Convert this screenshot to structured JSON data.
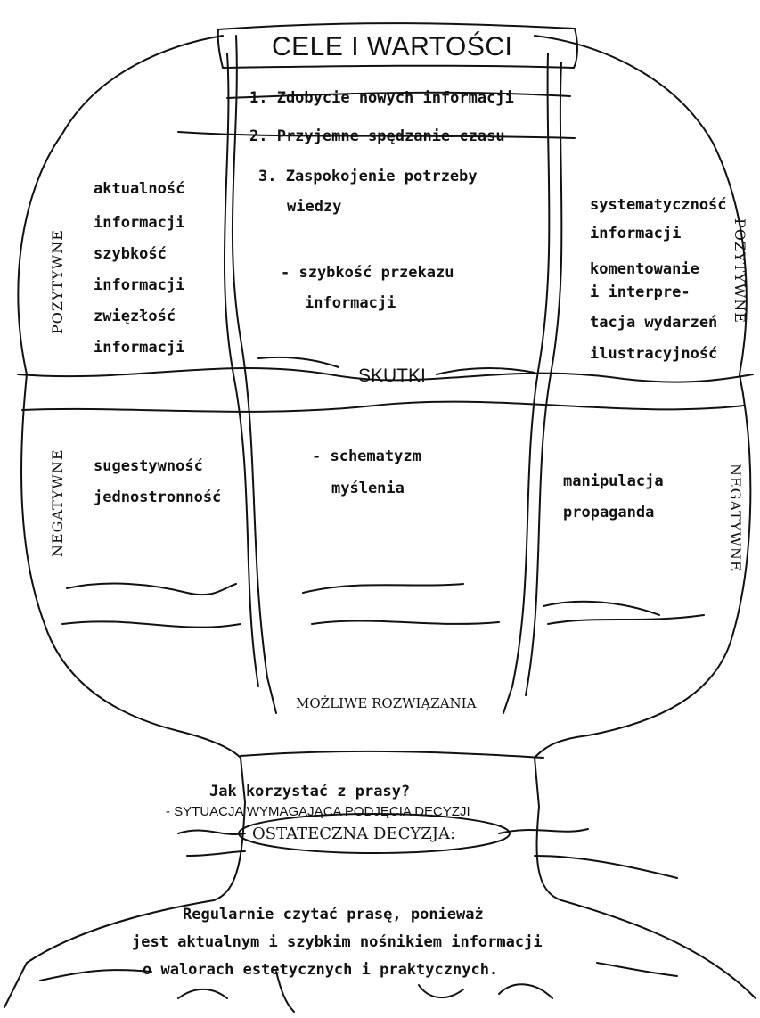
{
  "title": "CELE I WARTOŚCI",
  "goals": [
    "1. Zdobycie nowych informacji",
    "2. Przyjemne spędzanie czasu",
    "3. Zaspokojenie potrzeby",
    "wiedzy"
  ],
  "positive": {
    "left_label": "POZYTYWNE",
    "right_label": "POZYTYWNE",
    "left_items": [
      "aktualność",
      "informacji",
      "szybkość",
      "informacji",
      "zwięzłość",
      "informacji"
    ],
    "center_items": [
      "- szybkość przekazu",
      "informacji"
    ],
    "right_items": [
      "systematyczność",
      "informacji",
      "komentowanie",
      "i interpre-",
      "tacja wydarzeń",
      "ilustracyjność"
    ]
  },
  "effects_label": "SKUTKI",
  "negative": {
    "left_label": "NEGATYWNE",
    "right_label": "NEGATYWNE",
    "left_items": [
      "sugestywność",
      "jednostronność"
    ],
    "center_items": [
      "- schematyzm",
      "myślenia"
    ],
    "right_items": [
      "manipulacja",
      "propaganda"
    ]
  },
  "solutions_label": "MOŻLIWE ROZWIĄZANIA",
  "question": "Jak korzystać z prasy?",
  "situation": "- SYTUACJA WYMAGAJĄCA PODJĘCIA DECYZJI",
  "final_label": "OSTATECZNA DECYZJA:",
  "decision": [
    "Regularnie czytać prasę, ponieważ",
    "jest aktualnym i szybkim nośnikiem informacji",
    "o walorach estetycznych i praktycznych."
  ],
  "colors": {
    "ink": "#111111",
    "paper": "#ffffff"
  }
}
